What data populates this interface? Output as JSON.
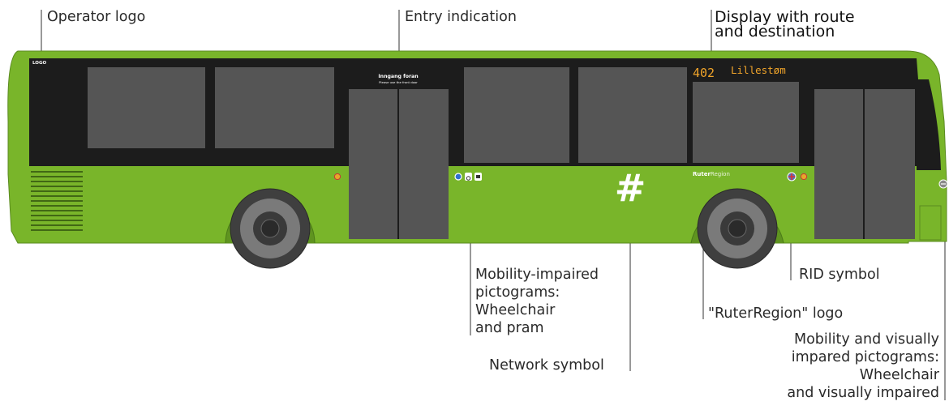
{
  "bus": {
    "operator_logo_text": "LOGO",
    "entry_sign_title": "Inngang foran",
    "entry_sign_subtitle": "Please use the front door",
    "route_number": "402",
    "route_destination": "Lillestøm",
    "network_symbol": "#",
    "region_logo_prefix": "Ruter",
    "region_logo_suffix": "Region",
    "colors": {
      "body": "#79b52a",
      "window_band": "#1c1c1c",
      "window": "#555555",
      "display_text": "#f0a42a",
      "wheel": "#3f3f3f",
      "dot_accent": "#e5a92a"
    }
  },
  "callouts": {
    "operator_logo": "Operator logo",
    "entry_indication": "Entry indication",
    "display_line1": "Display with route",
    "display_line2": "and destination",
    "mobility_line1": "Mobility-impaired",
    "mobility_line2": "pictograms:",
    "mobility_line3": "Wheelchair",
    "mobility_line4": "and pram",
    "network_symbol": "Network symbol",
    "ruter_region_logo": "\"RuterRegion\" logo",
    "rid_symbol": "RID symbol",
    "visual_line1": "Mobility and visually",
    "visual_line2": "impared pictograms:",
    "visual_line3": "Wheelchair",
    "visual_line4": "and visually impaired"
  }
}
